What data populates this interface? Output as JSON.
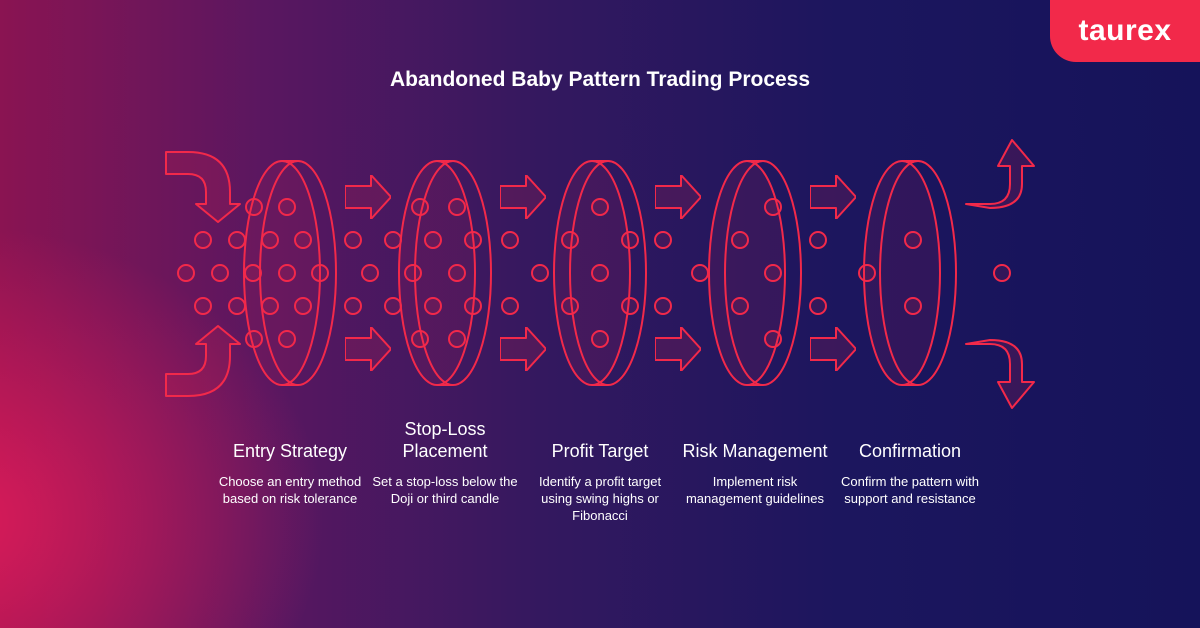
{
  "brand": {
    "logo_text": "taurex",
    "color": "#f2294a"
  },
  "title": "Abandoned Baby Pattern Trading Process",
  "colors": {
    "accent": "#f2294a",
    "text": "#ffffff"
  },
  "steps": [
    {
      "label": "Entry Strategy",
      "description": "Choose an entry method based on risk tolerance"
    },
    {
      "label": "Stop-Loss Placement",
      "description": "Set a stop-loss below the Doji or third candle"
    },
    {
      "label": "Profit Target",
      "description": "Identify a profit target using swing highs or Fibonacci"
    },
    {
      "label": "Risk Management",
      "description": "Implement risk management guidelines"
    },
    {
      "label": "Confirmation",
      "description": "Confirm the pattern with support and resistance"
    }
  ]
}
